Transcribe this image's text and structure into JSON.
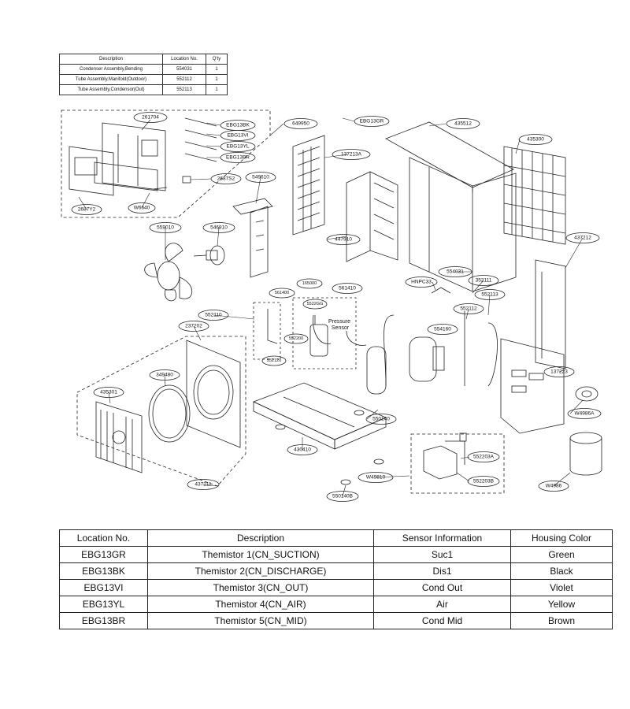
{
  "parts_table": {
    "headers": [
      "Description",
      "Location No.",
      "Q'ty"
    ],
    "rows": [
      [
        "Condenser Assembly,Bending",
        "554031",
        "1"
      ],
      [
        "Tube Assembly,Manifold(Outdoor)",
        "552112",
        "1"
      ],
      [
        "Tube Assembly,Condensor(Out)",
        "552113",
        "1"
      ]
    ]
  },
  "diagram": {
    "callouts": [
      "261704",
      "EBG13BK",
      "EBG13VI",
      "EBG13YL",
      "EBG13BR",
      "649950",
      "EBG13GR",
      "435512",
      "435300",
      "2687S2",
      "549610",
      "137213A",
      "2687Y2",
      "W6640",
      "559010",
      "546810",
      "447910",
      "554031",
      "437212",
      "HNPC33",
      "352111",
      "561400",
      "165000",
      "561410",
      "552113",
      "552112",
      "552110",
      "237202",
      "5522GG",
      "552200",
      "554160",
      "552120",
      "349480",
      "435301",
      "550140",
      "137223",
      "W4986A",
      "430410",
      "552203A",
      "W49810",
      "552203B",
      "W4986",
      "437211",
      "550140B"
    ],
    "sensor_text": "Pressure\nSensor"
  },
  "thermistor_table": {
    "headers": [
      "Location No.",
      "Description",
      "Sensor Information",
      "Housing Color"
    ],
    "rows": [
      [
        "EBG13GR",
        "Themistor 1(CN_SUCTION)",
        "Suc1",
        "Green"
      ],
      [
        "EBG13BK",
        "Themistor 2(CN_DISCHARGE)",
        "Dis1",
        "Black"
      ],
      [
        "EBG13VI",
        "Themistor 3(CN_OUT)",
        "Cond Out",
        "Violet"
      ],
      [
        "EBG13YL",
        "Themistor 4(CN_AIR)",
        "Air",
        "Yellow"
      ],
      [
        "EBG13BR",
        "Themistor 5(CN_MID)",
        "Cond Mid",
        "Brown"
      ]
    ]
  }
}
